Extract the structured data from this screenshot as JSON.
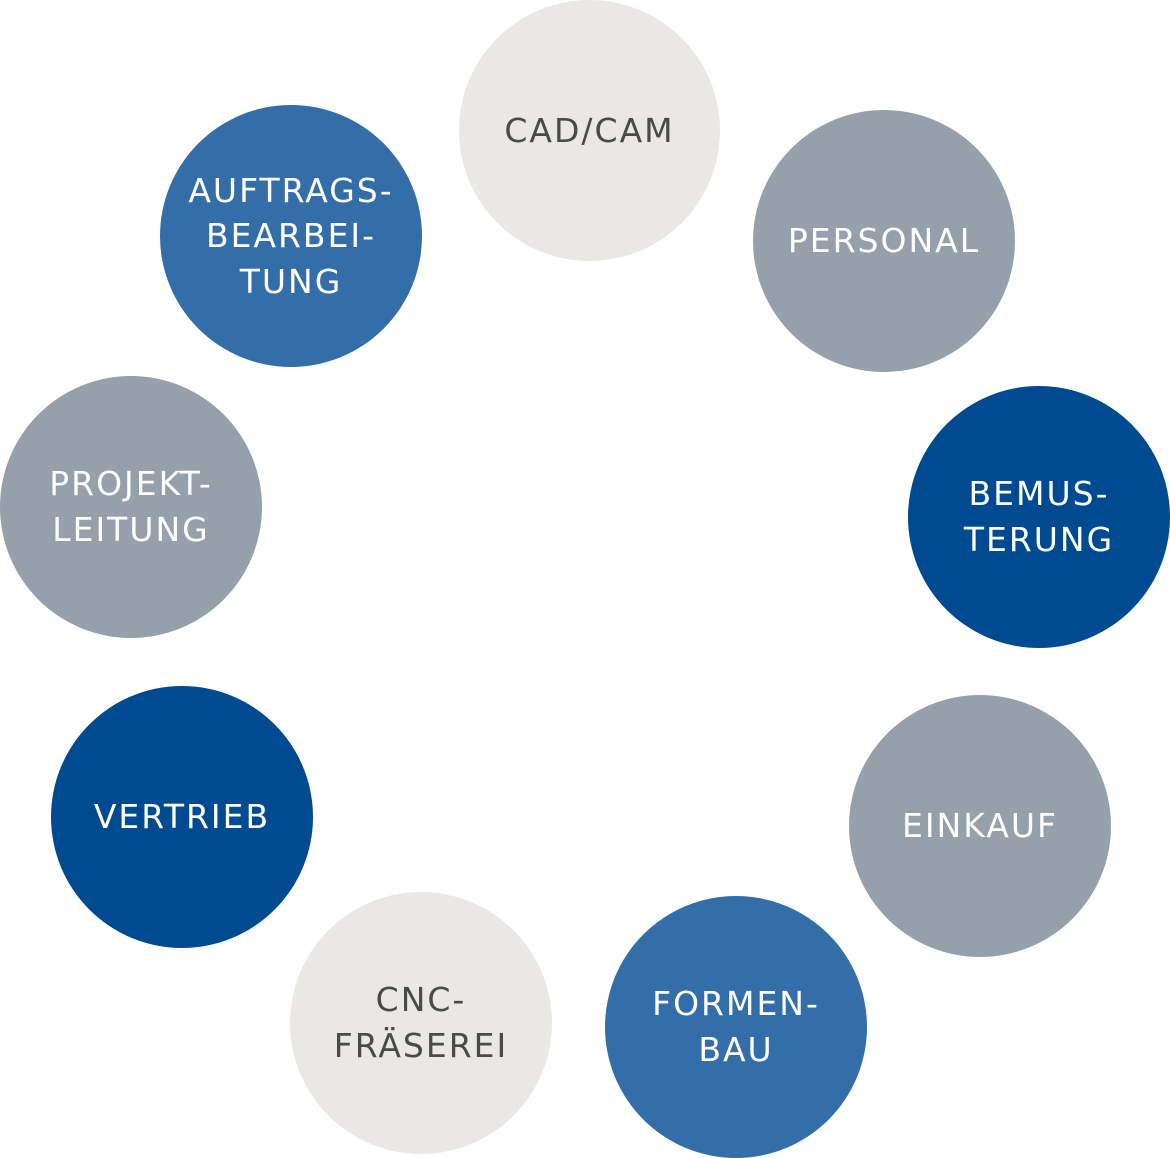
{
  "diagram": {
    "nodes": [
      {
        "id": "cad-cam",
        "label": "CAD/CAM",
        "tone": "light"
      },
      {
        "id": "personal",
        "label": "PERSONAL",
        "tone": "gray"
      },
      {
        "id": "bemusterung",
        "label": "BEMUS-\nTERUNG",
        "tone": "dark"
      },
      {
        "id": "einkauf",
        "label": "EINKAUF",
        "tone": "gray"
      },
      {
        "id": "formenbau",
        "label": "FORMEN-\nBAU",
        "tone": "mid"
      },
      {
        "id": "cnc-fraeserei",
        "label": "CNC-\nFRÄSEREI",
        "tone": "light"
      },
      {
        "id": "vertrieb",
        "label": "VERTRIEB",
        "tone": "dark"
      },
      {
        "id": "projektleitung",
        "label": "PROJEKT-\nLEITUNG",
        "tone": "gray"
      },
      {
        "id": "auftragsbearbeitung",
        "label": "AUFTRAGS-\nBEARBEI-\nTUNG",
        "tone": "mid"
      }
    ],
    "colors": {
      "light": "#e9e8e5",
      "gray": "#96a0ab",
      "mid": "#346ea8",
      "dark": "#004a92"
    }
  }
}
